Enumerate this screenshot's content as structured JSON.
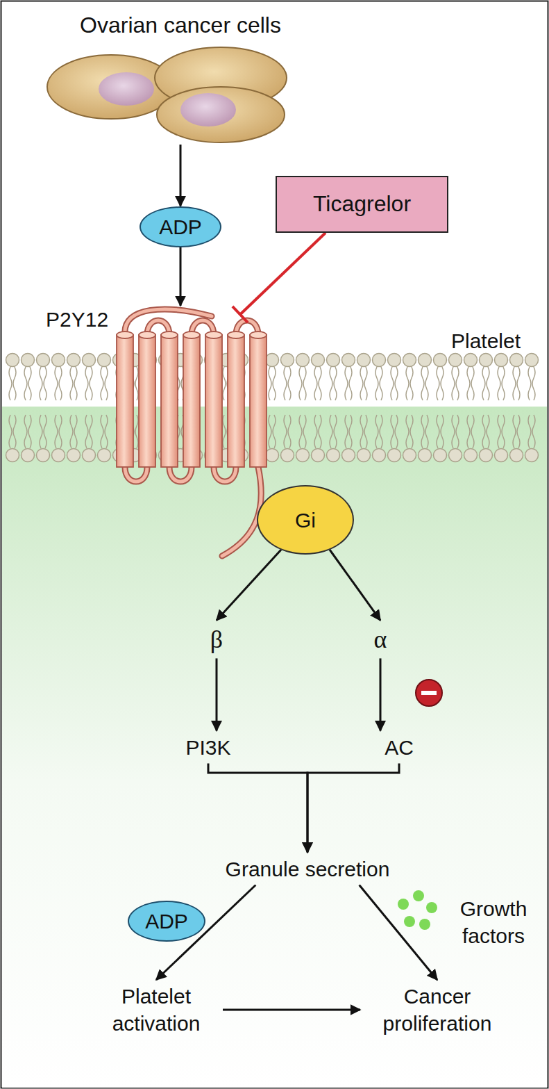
{
  "diagram": {
    "nodes": [
      {
        "text": [
          "Ovarian cancer cells"
        ]
      },
      {
        "text": [
          "ADP"
        ]
      },
      {
        "text": [
          "Ticagrelor"
        ]
      },
      {
        "text": [
          "P2Y12"
        ]
      },
      {
        "text": [
          "Gi"
        ]
      },
      {
        "text": [
          "β"
        ]
      },
      {
        "text": [
          "α"
        ]
      },
      {
        "text": [
          "PI3K"
        ]
      },
      {
        "text": [
          "AC"
        ]
      },
      {
        "text": [
          "Granule secretion"
        ]
      },
      {
        "text": [
          "ADP"
        ]
      },
      {
        "text": [
          "Platelet activation"
        ]
      },
      {
        "text": [
          "Cancer proliferation"
        ]
      }
    ],
    "edges": [
      {
        "from": 0,
        "to": 1,
        "arrow": "to"
      },
      {
        "from": 1,
        "to": 3,
        "arrow": "to"
      },
      {
        "from": 2,
        "to": 3,
        "arrow": "to"
      },
      {
        "from": 4,
        "to": 5,
        "arrow": "to"
      },
      {
        "from": 4,
        "to": 6,
        "arrow": "to"
      },
      {
        "from": 5,
        "to": 7,
        "arrow": "to"
      },
      {
        "from": 6,
        "to": 8,
        "arrow": "to"
      },
      {
        "from": 7,
        "to": 9,
        "arrow": "to"
      },
      {
        "from": 8,
        "to": 9,
        "arrow": "to"
      },
      {
        "from": 9,
        "to": 11,
        "arrow": "to"
      },
      {
        "from": 9,
        "to": 12,
        "arrow": "to"
      },
      {
        "from": 11,
        "to": 12,
        "arrow": "to"
      }
    ],
    "labels": [
      "Platelet",
      "Growth factors"
    ]
  }
}
